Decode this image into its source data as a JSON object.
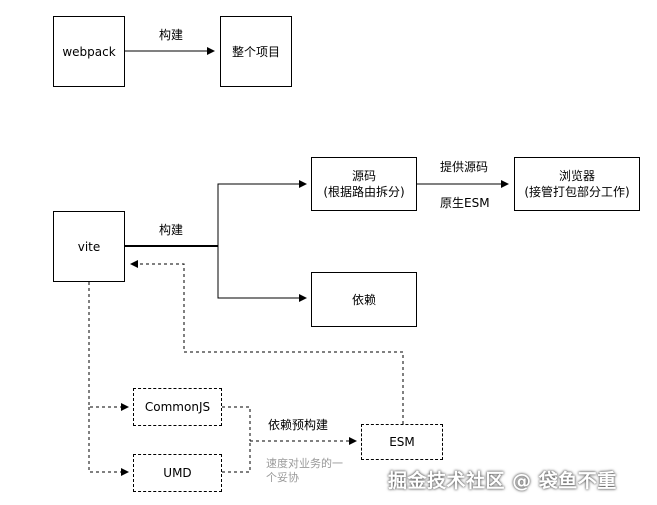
{
  "nodes": {
    "webpack": "webpack",
    "whole_project": "整个项目",
    "vite": "vite",
    "source_line1": "源码",
    "source_line2": "(根据路由拆分)",
    "browser_line1": "浏览器",
    "browser_line2": "(接管打包部分工作)",
    "deps": "依赖",
    "commonjs": "CommonJS",
    "umd": "UMD",
    "esm": "ESM"
  },
  "edges": {
    "build_top": "构建",
    "build_vite": "构建",
    "provide_source": "提供源码",
    "native_esm": "原生ESM",
    "prebundle": "依赖预构建",
    "speed_tradeoff": "速度对业务的一个妥协"
  },
  "watermark": "掘金技术社区 @ 袋鱼不重"
}
